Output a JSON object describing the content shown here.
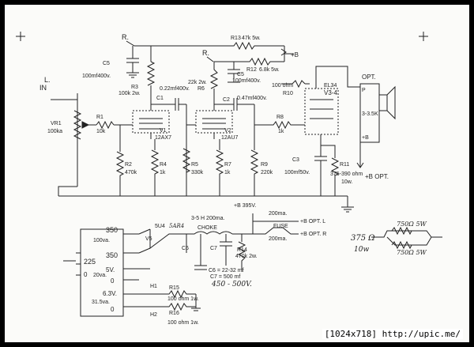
{
  "labels": {
    "l_in_top": "L.",
    "l_in_bot": "IN",
    "vr1": "VR1",
    "vr1_val": "100ka",
    "r1": "R1",
    "r1_val": "10k",
    "r_top1": "R.",
    "c5a": "C5",
    "c5a_val": "100mf400v.",
    "r3": "R3",
    "r3_val": "100k 2w.",
    "c1_val": "0.22mf400v.",
    "c1": "C1",
    "v1": "V1",
    "v1_type": "12AX7",
    "r2": "R2",
    "r2_val": "470k",
    "r4": "R4",
    "r4_val": "1k",
    "r13": "R13",
    "r13_val": "47k 5w.",
    "r_top2": "R.",
    "plus_b": "+B",
    "r12": "R12",
    "r12_val": "6.8k 5w.",
    "c5b": "C5",
    "c5b_val": "100mf400v.",
    "r6_val": "22k 2w.",
    "r6": "R6",
    "c2": "C2",
    "c2_val": "0.47mf400v.",
    "v2": "V2",
    "v2_type": "12AU7",
    "r5": "R5",
    "r5_val": "330k",
    "r7": "R7",
    "r7_val": "1k",
    "r9": "R9",
    "r9_val": "220k",
    "r8": "R8",
    "r8_val": "1k",
    "r10_val": "100 ohm",
    "r10": "R10",
    "el34": "EL34",
    "v34": "V3-4",
    "c3": "C3",
    "c3_val": "100mf50v.",
    "r11": "R11",
    "r11_val": "375-390 ohm",
    "r11_w": "10w.",
    "opt": "OPT.",
    "p": "P",
    "opt_imp": "3-3.5K",
    "opt_b": "+B",
    "b_opt": "+B OPT.",
    "v350a": "350",
    "va100": "100va.",
    "v350b": "350",
    "v225": "225",
    "v0a": "0",
    "v5": "5V.",
    "va20": "20va.",
    "v0b": "0",
    "v63": "6.3V.",
    "va315": "31.5va.",
    "v0c": "0",
    "v5u4": "5U4",
    "v5ar4": "5AR4",
    "v5tube": "V5",
    "choke_val": "3-5 H 200ma.",
    "choke": "CHOKE",
    "b395": "+B 395V.",
    "c6": "C6",
    "c7": "C7",
    "r14": "R14",
    "r14_val": "470k 2w.",
    "c6_val": "C6 = 22-32 mf",
    "c7_val": "C7 = 500 mf",
    "hv": "450 - 500V.",
    "ma200a": "200ma.",
    "b_opt_l": "+B OPT. L",
    "fuse": "FUSE",
    "ma200b": "200ma.",
    "b_opt_r": "+B OPT. R",
    "h1": "H1",
    "r15": "R15",
    "r15_val": "100 ohm 1w.",
    "h2": "H2",
    "r16": "R16",
    "r16_val": "100 ohm 1w.",
    "n375": "375 Ω",
    "n10w": "10w",
    "n750a": "750Ω 5W",
    "n750b": "750Ω 5W"
  },
  "footer": "[1024x718] http://upic.me/"
}
